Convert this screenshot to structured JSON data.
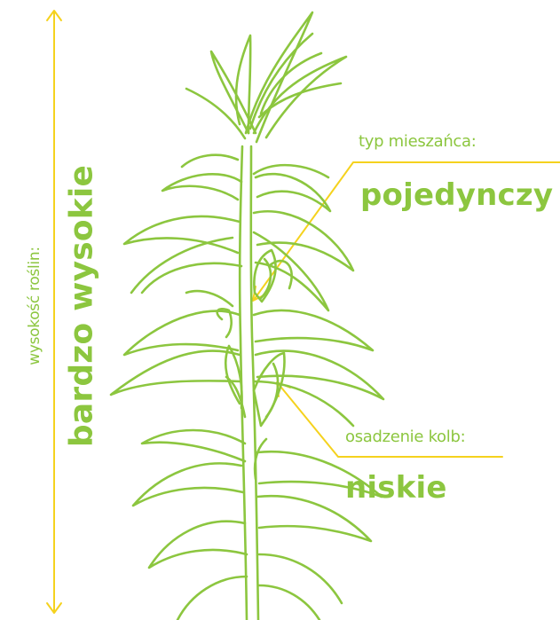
{
  "colors": {
    "plant": "#8cc63f",
    "text_green": "#8cc63f",
    "annotation_lines": "#f5d21e",
    "background": "#ffffff"
  },
  "plant_height": {
    "caption": "wysokość roślin:",
    "value": "bardzo wysokie"
  },
  "hybrid_type": {
    "caption": "typ mieszańca:",
    "value": "pojedynczy"
  },
  "ear_placement": {
    "caption": "osadzenie kolb:",
    "value": "niskie"
  }
}
